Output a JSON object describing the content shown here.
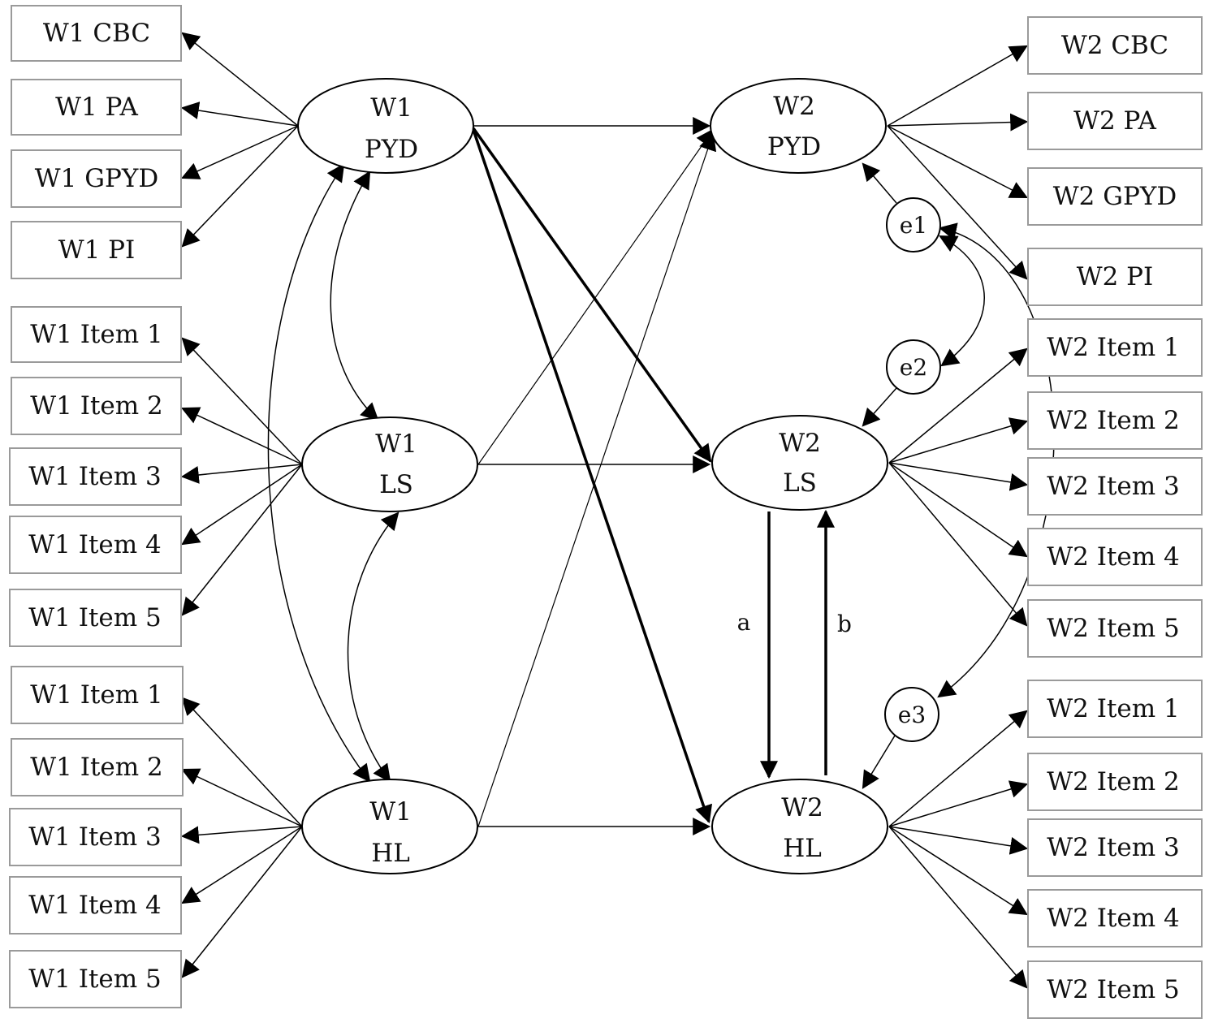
{
  "w1_indicators": [
    "W1 CBC",
    "W1 PA",
    "W1 GPYD",
    "W1 PI",
    "W1 Item 1",
    "W1 Item 2",
    "W1 Item 3",
    "W1 Item 4",
    "W1 Item 5",
    "W1 Item 1",
    "W1 Item 2",
    "W1 Item 3",
    "W1 Item 4",
    "W1 Item 5"
  ],
  "w2_indicators": [
    "W2 CBC",
    "W2 PA",
    "W2 GPYD",
    "W2 PI",
    "W2 Item 1",
    "W2 Item 2",
    "W2 Item 3",
    "W2 Item 4",
    "W2 Item 5",
    "W2 Item 1",
    "W2 Item 2",
    "W2 Item 3",
    "W2 Item 4",
    "W2 Item 5"
  ],
  "latents": {
    "w1_pyd": [
      "W1",
      "PYD"
    ],
    "w1_ls": [
      "W1",
      "LS"
    ],
    "w1_hl": [
      "W1",
      "HL"
    ],
    "w2_pyd": [
      "W2",
      "PYD"
    ],
    "w2_ls": [
      "W2",
      "LS"
    ],
    "w2_hl": [
      "W2",
      "HL"
    ]
  },
  "errors": [
    "e1",
    "e2",
    "e3"
  ],
  "paths": {
    "a": "a",
    "b": "b"
  },
  "colors": {
    "line": "#000000",
    "box_border": "#9a9a9a",
    "text": "#111111"
  }
}
